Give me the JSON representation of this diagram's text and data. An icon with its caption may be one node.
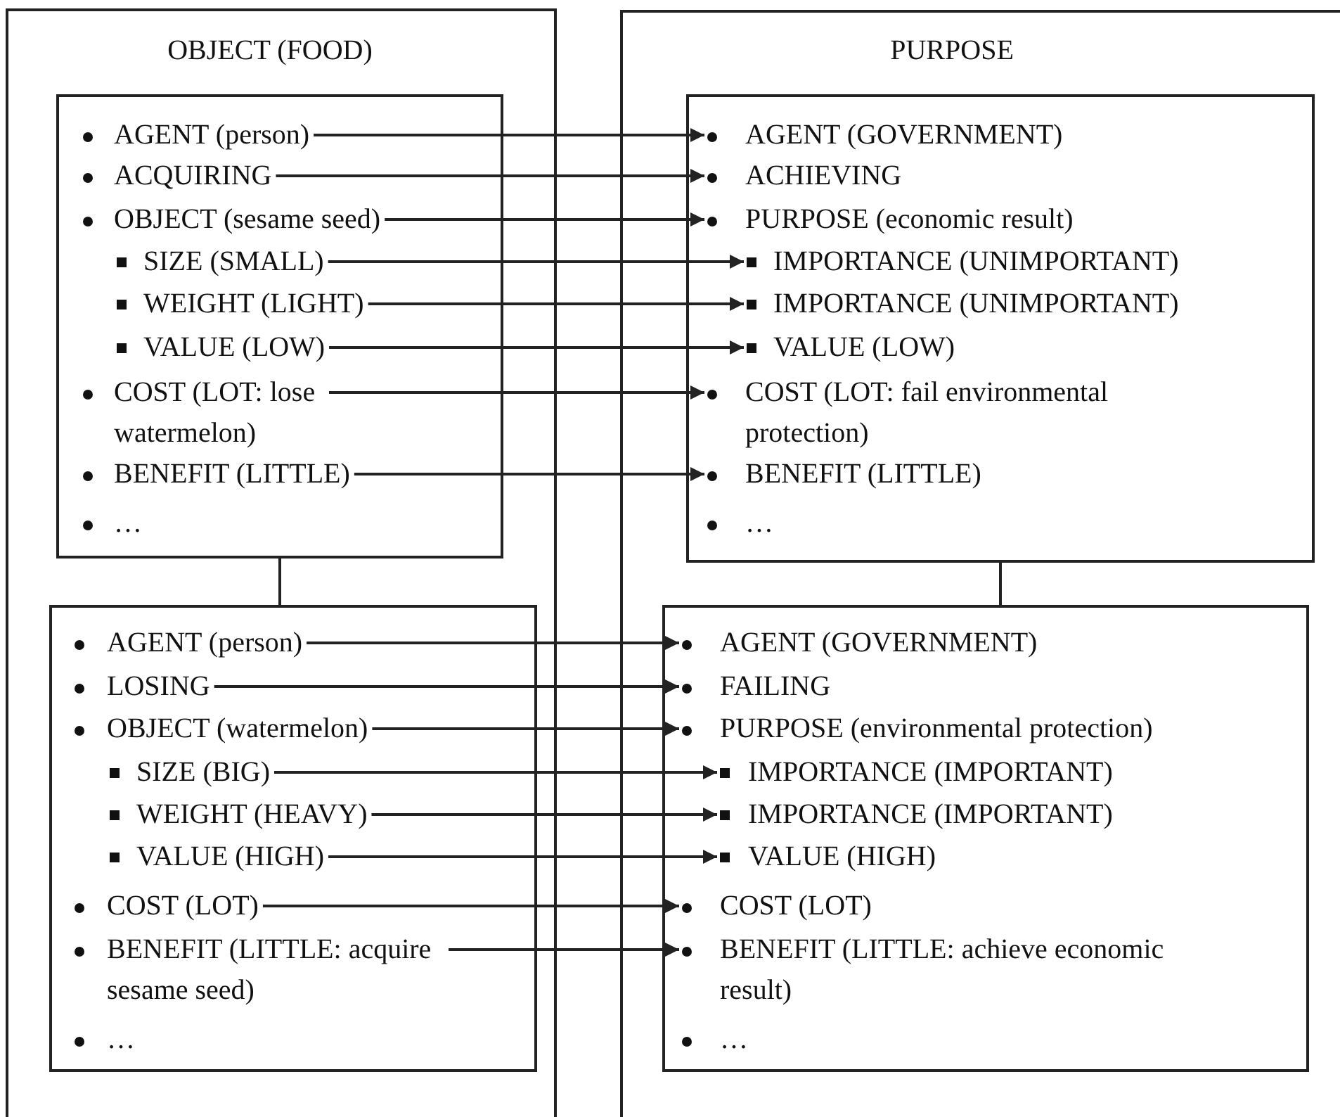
{
  "diagram": {
    "nodes": [
      {
        "text": [
          "OBJECT (FOOD)"
        ]
      },
      {
        "text": [],
        "shape": "box",
        "in": 0
      },
      {
        "text": [
          "AGENT (person)"
        ],
        "in": 1
      },
      {
        "text": [
          "ACQUIRING"
        ],
        "in": 1
      },
      {
        "text": [
          "OBJECT (sesame seed)"
        ],
        "in": 1
      },
      {
        "text": [
          "SIZE (SMALL)"
        ],
        "in": 1
      },
      {
        "text": [
          "WEIGHT (LIGHT)"
        ],
        "in": 1
      },
      {
        "text": [
          "VALUE (LOW)"
        ],
        "in": 1
      },
      {
        "text": [
          "COST (LOT: lose watermelon)"
        ],
        "in": 1
      },
      {
        "text": [
          "BENEFIT (LITTLE)"
        ],
        "in": 1
      },
      {
        "text": [
          "…"
        ],
        "in": 1
      },
      {
        "text": [],
        "shape": "box",
        "in": 0
      },
      {
        "text": [
          "AGENT (person)"
        ],
        "in": 11
      },
      {
        "text": [
          "LOSING"
        ],
        "in": 11
      },
      {
        "text": [
          "OBJECT (watermelon)"
        ],
        "in": 11
      },
      {
        "text": [
          "SIZE (BIG)"
        ],
        "in": 11
      },
      {
        "text": [
          "WEIGHT (HEAVY)"
        ],
        "in": 11
      },
      {
        "text": [
          "VALUE (HIGH)"
        ],
        "in": 11
      },
      {
        "text": [
          "COST (LOT)"
        ],
        "in": 11
      },
      {
        "text": [
          "BENEFIT (LITTLE: acquire sesame seed)"
        ],
        "in": 11
      },
      {
        "text": [
          "…"
        ],
        "in": 11
      },
      {
        "text": [
          "PURPOSE"
        ]
      },
      {
        "text": [],
        "shape": "box",
        "in": 21
      },
      {
        "text": [
          "AGENT (GOVERNMENT)"
        ],
        "in": 22
      },
      {
        "text": [
          "ACHIEVING"
        ],
        "in": 22
      },
      {
        "text": [
          "PURPOSE (economic result)"
        ],
        "in": 22
      },
      {
        "text": [
          "IMPORTANCE (UNIMPORTANT)"
        ],
        "in": 22
      },
      {
        "text": [
          "IMPORTANCE (UNIMPORTANT)"
        ],
        "in": 22
      },
      {
        "text": [
          "VALUE (LOW)"
        ],
        "in": 22
      },
      {
        "text": [
          "COST (LOT: fail environmental protection)"
        ],
        "in": 22
      },
      {
        "text": [
          "BENEFIT (LITTLE)"
        ],
        "in": 22
      },
      {
        "text": [
          "…"
        ],
        "in": 22
      },
      {
        "text": [],
        "shape": "box",
        "in": 21
      },
      {
        "text": [
          "AGENT (GOVERNMENT)"
        ],
        "in": 32
      },
      {
        "text": [
          "FAILING"
        ],
        "in": 32
      },
      {
        "text": [
          "PURPOSE (environmental protection)"
        ],
        "in": 32
      },
      {
        "text": [
          "IMPORTANCE (IMPORTANT)"
        ],
        "in": 32
      },
      {
        "text": [
          "IMPORTANCE (IMPORTANT)"
        ],
        "in": 32
      },
      {
        "text": [
          "VALUE (HIGH)"
        ],
        "in": 32
      },
      {
        "text": [
          "COST (LOT)"
        ],
        "in": 32
      },
      {
        "text": [
          "BENEFIT (LITTLE: achieve economic result)"
        ],
        "in": 32
      },
      {
        "text": [
          "…"
        ],
        "in": 32
      }
    ],
    "edges": [
      {
        "from": 2,
        "to": 23,
        "arrow": "to"
      },
      {
        "from": 3,
        "to": 24,
        "arrow": "to"
      },
      {
        "from": 4,
        "to": 25,
        "arrow": "to"
      },
      {
        "from": 5,
        "to": 26,
        "arrow": "to"
      },
      {
        "from": 6,
        "to": 27,
        "arrow": "to"
      },
      {
        "from": 7,
        "to": 28,
        "arrow": "to"
      },
      {
        "from": 8,
        "to": 29,
        "arrow": "to"
      },
      {
        "from": 9,
        "to": 30,
        "arrow": "to"
      },
      {
        "from": 12,
        "to": 33,
        "arrow": "to"
      },
      {
        "from": 13,
        "to": 34,
        "arrow": "to"
      },
      {
        "from": 14,
        "to": 35,
        "arrow": "to"
      },
      {
        "from": 15,
        "to": 36,
        "arrow": "to"
      },
      {
        "from": 16,
        "to": 37,
        "arrow": "to"
      },
      {
        "from": 17,
        "to": 38,
        "arrow": "to"
      },
      {
        "from": 18,
        "to": 39,
        "arrow": "to"
      },
      {
        "from": 19,
        "to": 40,
        "arrow": "to"
      },
      {
        "from": 1,
        "to": 11,
        "arrow": "none"
      },
      {
        "from": 22,
        "to": 32,
        "arrow": "none"
      }
    ]
  }
}
